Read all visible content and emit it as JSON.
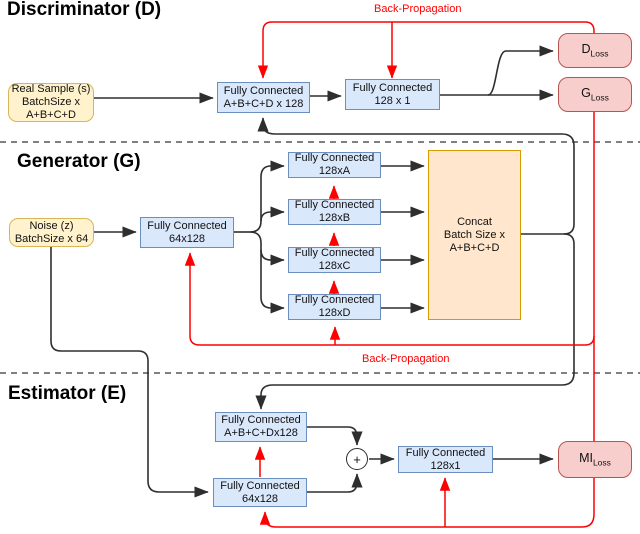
{
  "discriminator": {
    "title": "Discriminator (D)",
    "back_propagation_label": "Back-Propagation",
    "real_sample": {
      "line1": "Real Sample (s)",
      "line2": "BatchSize x",
      "line3": "A+B+C+D"
    },
    "fc1": {
      "line1": "Fully Connected",
      "line2": "A+B+C+D x 128"
    },
    "fc2": {
      "line1": "Fully Connected",
      "line2": "128 x 1"
    },
    "d_loss": {
      "main": "D",
      "sub": "Loss"
    },
    "g_loss": {
      "main": "G",
      "sub": "Loss"
    }
  },
  "generator": {
    "title": "Generator (G)",
    "back_propagation_label": "Back-Propagation",
    "noise": {
      "line1": "Noise (z)",
      "line2": "BatchSize x 64"
    },
    "fc_in": {
      "line1": "Fully Connected",
      "line2": "64x128"
    },
    "fc_a": {
      "line1": "Fully Connected",
      "line2": "128xA"
    },
    "fc_b": {
      "line1": "Fully Connected",
      "line2": "128xB"
    },
    "fc_c": {
      "line1": "Fully Connected",
      "line2": "128xC"
    },
    "fc_d": {
      "line1": "Fully Connected",
      "line2": "128xD"
    },
    "concat": {
      "line1": "Concat",
      "line2": "Batch Size x",
      "line3": "A+B+C+D"
    }
  },
  "estimator": {
    "title": "Estimator (E)",
    "fc_top": {
      "line1": "Fully Connected",
      "line2": "A+B+C+Dx128"
    },
    "fc_bottom": {
      "line1": "Fully Connected",
      "line2": "64x128"
    },
    "fc_out": {
      "line1": "Fully Connected",
      "line2": "128x1"
    },
    "mi_loss": {
      "main": "MI",
      "sub": "Loss"
    },
    "plus_label": "+"
  },
  "colors": {
    "box_blue_fill": "#DAE8FC",
    "box_blue_stroke": "#6C8EBF",
    "box_yellow_fill": "#FFF2CC",
    "box_yellow_stroke": "#D6B656",
    "box_orange_fill": "#FFE6CC",
    "box_orange_stroke": "#D79B00",
    "box_loss_fill": "#F8CECC",
    "box_loss_stroke": "#B85450",
    "backprop_red": "#FF0000",
    "line_black": "#000000"
  }
}
